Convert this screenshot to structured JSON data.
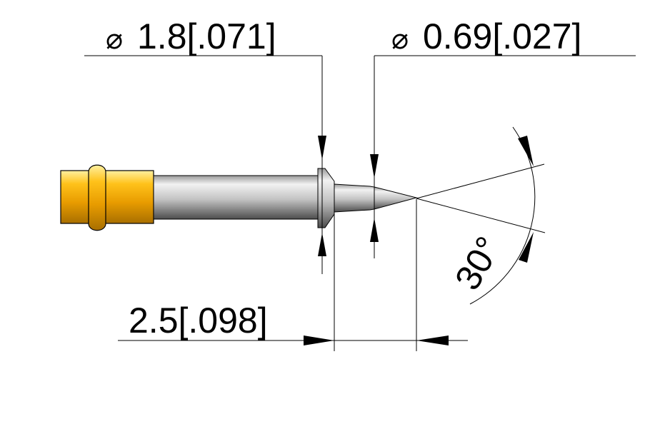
{
  "dimensions": {
    "large_diameter": {
      "symbol": "⌀",
      "value": "1.8[.071]"
    },
    "tip_diameter": {
      "symbol": "⌀",
      "value": "0.69[.027]"
    },
    "length": {
      "value": "2.5[.098]"
    },
    "angle": {
      "value": "30°"
    }
  },
  "colors": {
    "gold": "#e8a400",
    "gold_light": "#ffd34d",
    "gold_dark": "#a86f00",
    "steel_light": "#e4e4e4",
    "steel_mid": "#b0b0b0",
    "steel_dark": "#5a5a5a",
    "line": "#000000"
  }
}
